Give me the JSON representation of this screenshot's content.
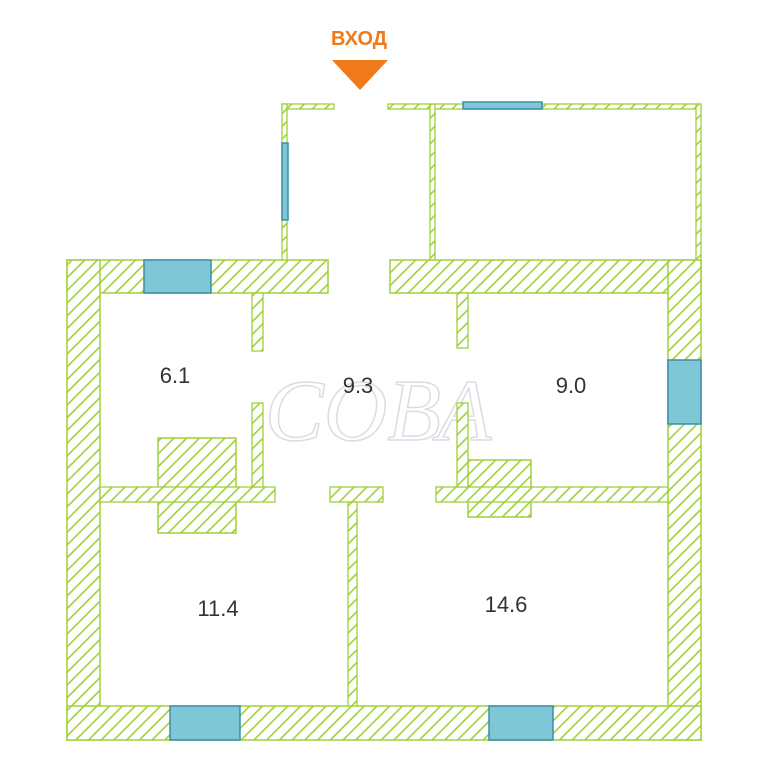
{
  "entrance": {
    "label": "ВХОД",
    "arrow_icon": "triangle-down-icon"
  },
  "watermark": "СОВА",
  "rooms": [
    {
      "id": "room-top-left",
      "area": "6.1"
    },
    {
      "id": "room-corridor",
      "area": "9.3"
    },
    {
      "id": "room-top-right",
      "area": "9.0"
    },
    {
      "id": "room-bottom-left",
      "area": "11.4"
    },
    {
      "id": "room-bottom-right",
      "area": "14.6"
    }
  ],
  "colors": {
    "wall_stroke": "#9fd13a",
    "wall_hatch": "#9fd13a",
    "window_fill": "#7fc6d6",
    "window_stroke": "#3a8fa6",
    "entrance": "#f07a1a",
    "background": "#ffffff"
  }
}
